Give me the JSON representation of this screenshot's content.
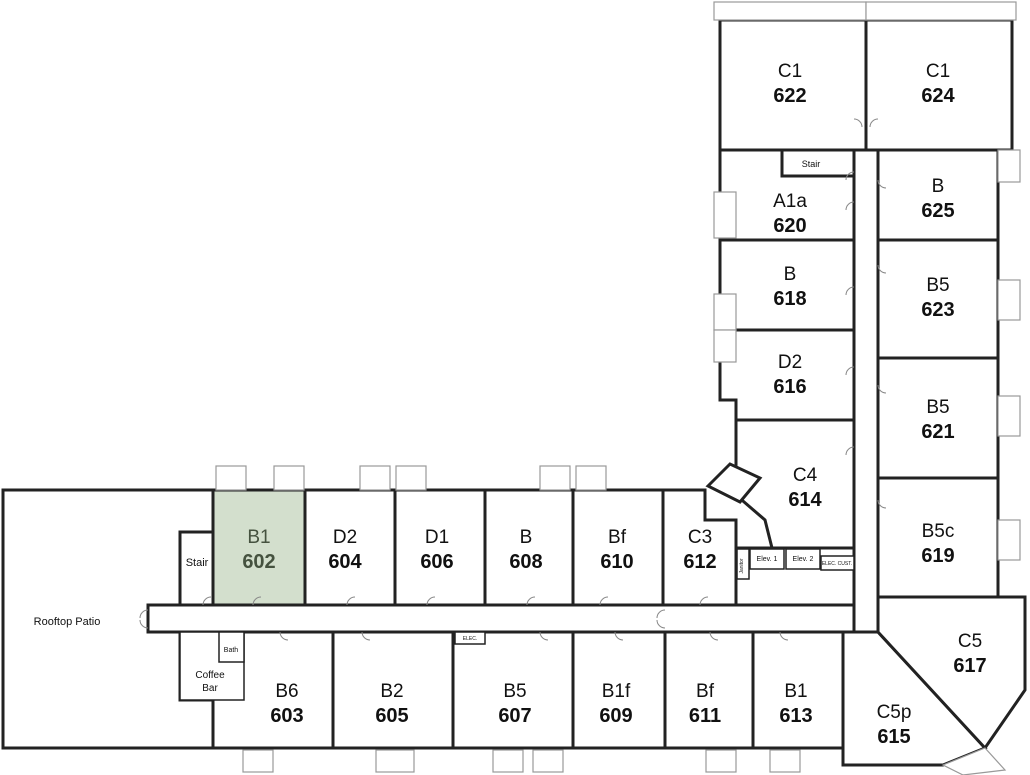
{
  "units": [
    {
      "id": "602",
      "type": "B1",
      "highlighted": true
    },
    {
      "id": "604",
      "type": "D2"
    },
    {
      "id": "606",
      "type": "D1"
    },
    {
      "id": "608",
      "type": "B"
    },
    {
      "id": "610",
      "type": "Bf"
    },
    {
      "id": "612",
      "type": "C3"
    },
    {
      "id": "603",
      "type": "B6"
    },
    {
      "id": "605",
      "type": "B2"
    },
    {
      "id": "607",
      "type": "B5"
    },
    {
      "id": "609",
      "type": "B1f"
    },
    {
      "id": "611",
      "type": "Bf"
    },
    {
      "id": "613",
      "type": "B1"
    },
    {
      "id": "615",
      "type": "C5p"
    },
    {
      "id": "617",
      "type": "C5"
    },
    {
      "id": "614",
      "type": "C4"
    },
    {
      "id": "616",
      "type": "D2"
    },
    {
      "id": "618",
      "type": "B"
    },
    {
      "id": "620",
      "type": "A1a"
    },
    {
      "id": "622",
      "type": "C1"
    },
    {
      "id": "624",
      "type": "C1"
    },
    {
      "id": "625",
      "type": "B"
    },
    {
      "id": "623",
      "type": "B5"
    },
    {
      "id": "621",
      "type": "B5"
    },
    {
      "id": "619",
      "type": "B5c"
    }
  ],
  "labels": {
    "rooftop_patio": "Rooftop Patio",
    "stair": "Stair",
    "coffee_bar_line1": "Coffee",
    "coffee_bar_line2": "Bar",
    "bath": "Bath",
    "elev1": "Elev. 1",
    "elev2": "Elev. 2",
    "elec_cust": "ELEC. CUST.",
    "elec": "ELEC.",
    "janitor": "Janitor"
  },
  "colors": {
    "highlight_fill": "#d3dfcd",
    "highlight_text": "#45523f",
    "wall": "#222222"
  }
}
